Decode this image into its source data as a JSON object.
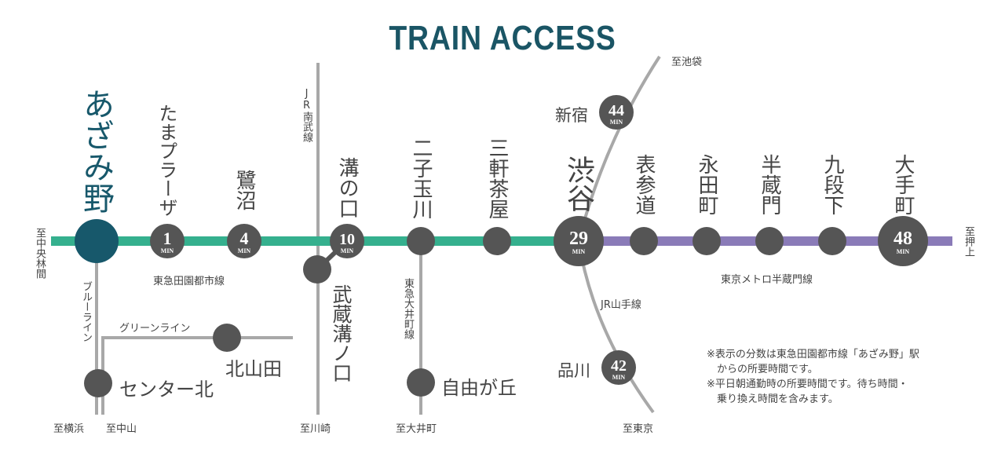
{
  "title": "TRAIN ACCESS",
  "colors": {
    "title": "#1a5565",
    "denentoshi": "#35b08e",
    "hanzomon": "#8a7bb8",
    "other_lines": "#a8a8a8",
    "station": "#555555",
    "azamino": "#17586b"
  },
  "lines": {
    "denentoshi": "東急田園都市線",
    "hanzomon": "東京メトロ半蔵門線",
    "nambu": "JR南武線",
    "oimachi": "東急大井町線",
    "yamanote": "JR山手線",
    "blue": "ブルーライン",
    "green": "グリーンライン"
  },
  "stations": {
    "azamino": "あざみ野",
    "tamaplaza": "たまプラーザ",
    "saginuma": "鷺沼",
    "mizonokuchi": "溝の口",
    "futako": "二子玉川",
    "sangenjaya": "三軒茶屋",
    "shibuya": "渋谷",
    "omotesando": "表参道",
    "nagatacho": "永田町",
    "hanzomon": "半蔵門",
    "kudanshita": "九段下",
    "otemachi": "大手町",
    "musashimizonokuchi": "武蔵溝ノ口",
    "kitayamata": "北山田",
    "centerkita": "センター北",
    "jiyugaoka": "自由が丘",
    "shinjuku": "新宿",
    "shinagawa": "品川"
  },
  "times": {
    "unit": "MIN",
    "tamaplaza": "1",
    "saginuma": "4",
    "mizonokuchi": "10",
    "shibuya": "29",
    "otemachi": "48",
    "shinjuku": "44",
    "shinagawa": "42"
  },
  "directions": {
    "chuorinkan": "至中央林間",
    "oshiage": "至押上",
    "ikebukuro": "至池袋",
    "yokohama": "至横浜",
    "nakayama": "至中山",
    "kawasaki": "至川崎",
    "oimachi": "至大井町",
    "tokyo": "至東京"
  },
  "notes": [
    "※表示の分数は東急田園都市線「あざみ野」駅",
    "　からの所要時間です。",
    "※平日朝通勤時の所要時間です。待ち時間・",
    "　乗り換え時間を含みます。"
  ]
}
